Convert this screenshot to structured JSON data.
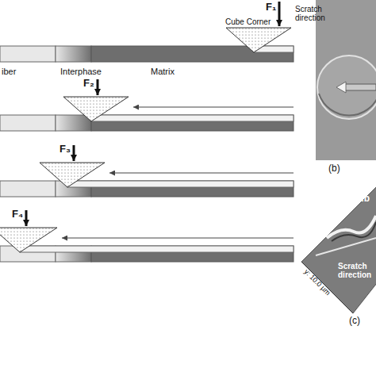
{
  "diagram": {
    "labels": [
      "F₁",
      "Scratch direction",
      "Cube Corner",
      "iber",
      "Interphase",
      "Matrix",
      "F₂",
      "F₃",
      "F₄",
      "(b)",
      "Fib",
      "Scratch direction",
      "y: 10.0 µm",
      "(c)"
    ]
  }
}
